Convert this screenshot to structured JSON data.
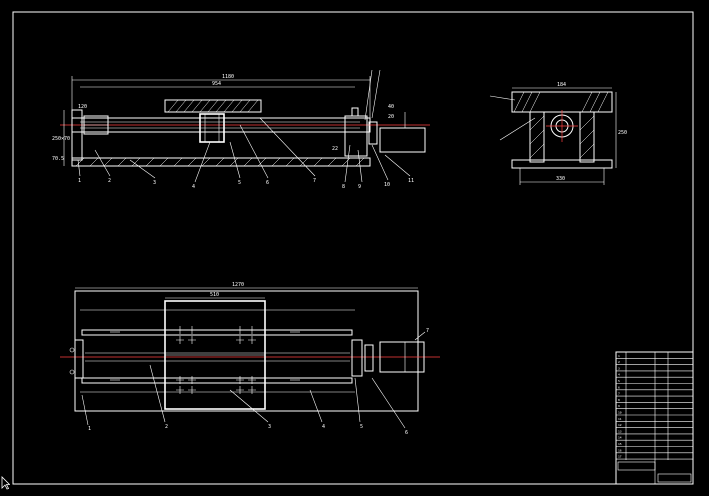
{
  "colors": {
    "background": "#000000",
    "lines": "#ffffff",
    "centerline": "#ff4040"
  },
  "front_view": {
    "overall_length": "1180",
    "inner_length": "954",
    "dims_left": [
      "120",
      "250×70",
      "70.5"
    ],
    "dims_right": [
      "40",
      "20",
      "22"
    ],
    "callouts": [
      "1",
      "2",
      "3",
      "4",
      "5",
      "6",
      "7",
      "8",
      "9",
      "10",
      "11"
    ]
  },
  "side_view": {
    "top_width": "184",
    "bottom_width": "330",
    "height": "250"
  },
  "plan_view": {
    "overall_length": "1270",
    "table_width": "510",
    "callouts": [
      "1",
      "2",
      "3",
      "4",
      "5",
      "6",
      "7"
    ]
  },
  "title_block": {
    "rows": [
      "1",
      "2",
      "3",
      "4",
      "5",
      "6",
      "7",
      "8",
      "9",
      "10",
      "11",
      "12",
      "13",
      "14",
      "15",
      "16",
      "17"
    ]
  }
}
